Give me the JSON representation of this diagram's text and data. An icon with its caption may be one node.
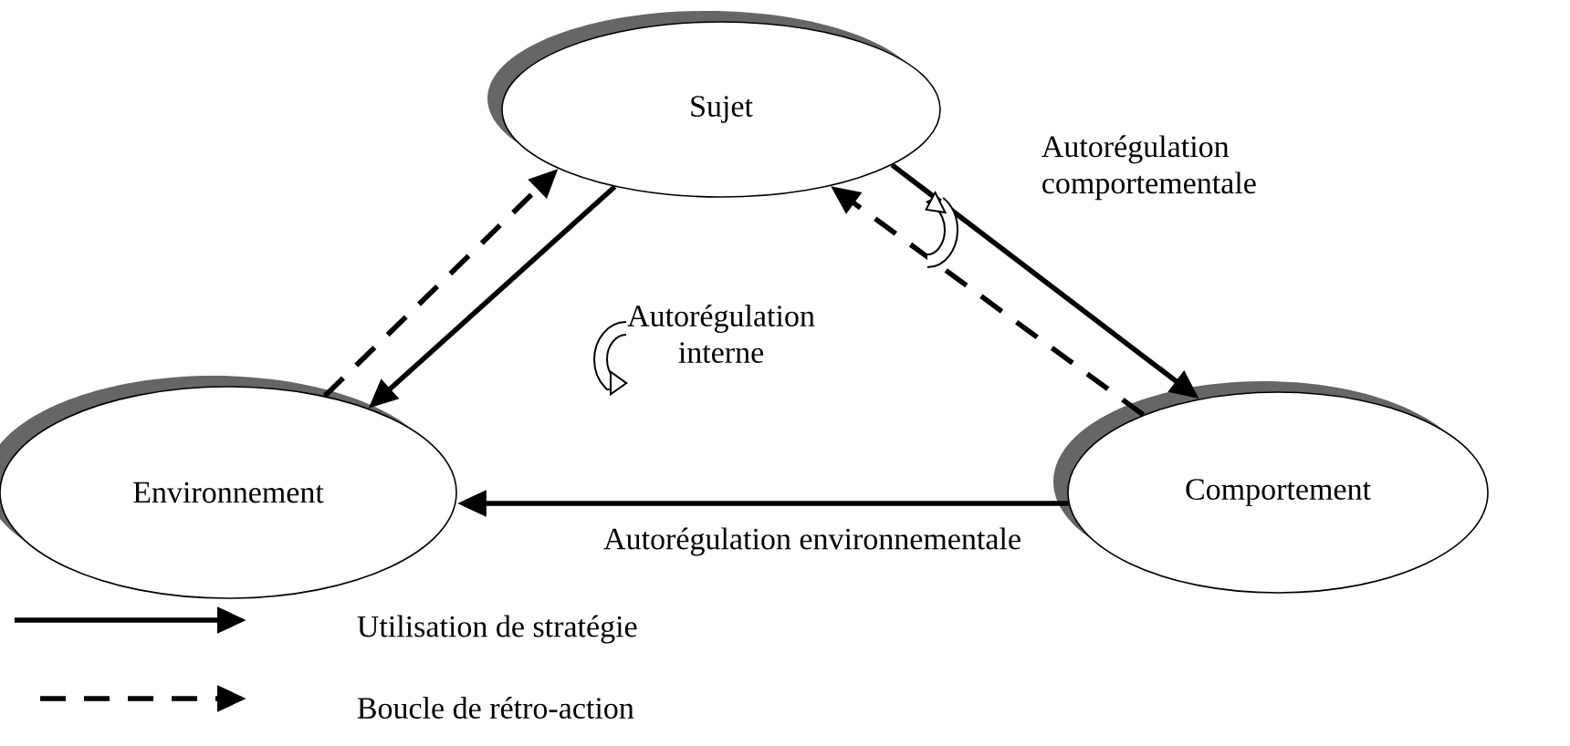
{
  "diagram": {
    "nodes": [
      {
        "text": [
          "Sujet"
        ]
      },
      {
        "text": [
          "Environnement"
        ]
      },
      {
        "text": [
          "Comportement"
        ]
      }
    ],
    "edges": [
      {
        "from": 0,
        "to": 1,
        "arrow": "to"
      },
      {
        "from": 1,
        "to": 0,
        "arrow": "to",
        "style": "dashed"
      },
      {
        "from": 0,
        "to": 2,
        "arrow": "to",
        "label": "Autorégulation comportementale"
      },
      {
        "from": 2,
        "to": 0,
        "arrow": "to",
        "style": "dashed"
      },
      {
        "from": 2,
        "to": 1,
        "arrow": "to",
        "label": "Autorégulation environnementale"
      }
    ],
    "labels": [
      "Autorégulation interne"
    ],
    "legend": [
      {
        "text": "Utilisation de stratégie"
      },
      {
        "text": "Boucle de rétro-action"
      }
    ]
  }
}
